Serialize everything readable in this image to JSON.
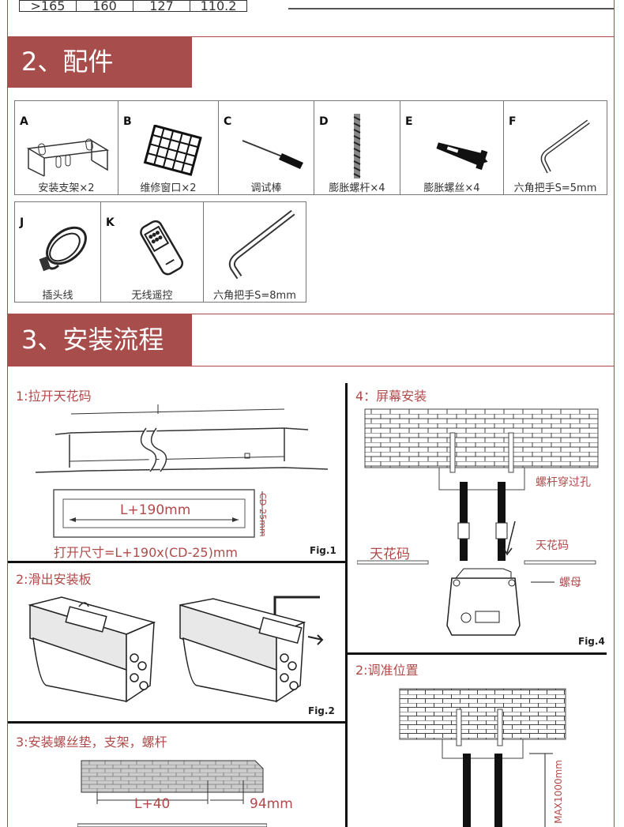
{
  "top_fragment": {
    "cells": [
      ">165",
      "160",
      "127",
      "110.2"
    ]
  },
  "section2": {
    "title": "2、配件"
  },
  "parts": [
    {
      "letter": "A",
      "caption": "安装支架×2"
    },
    {
      "letter": "B",
      "caption": "维修窗口×2"
    },
    {
      "letter": "C",
      "caption": "调试棒"
    },
    {
      "letter": "D",
      "caption": "膨胀螺杆×4"
    },
    {
      "letter": "E",
      "caption": "膨胀螺丝×4"
    },
    {
      "letter": "F",
      "caption": "六角把手S=5mm"
    },
    {
      "letter": "J",
      "caption": "插头线"
    },
    {
      "letter": "K",
      "caption": "无线遥控"
    },
    {
      "letter": "",
      "caption": "六角把手S=8mm"
    }
  ],
  "section3": {
    "title": "3、安装流程"
  },
  "steps": {
    "s1": {
      "title": "1:拉开天花码",
      "dim": "L+190mm",
      "cd": "CD-25mm",
      "open": "打开尺寸=L+190x(CD-25)mm",
      "fig": "Fig.1"
    },
    "s2": {
      "title": "2:滑出安装板",
      "fig": "Fig.2"
    },
    "s3": {
      "title": "3:安装螺丝垫，支架，螺杆",
      "d1": "L+40",
      "d2": "94mm"
    },
    "s4": {
      "title": "4：屏幕安装",
      "hole": "螺杆穿过孔",
      "ceil_l": "天花码",
      "ceil_r": "天花码",
      "nut": "螺母",
      "fig": "Fig.4"
    },
    "s5": {
      "title": "2:调准位置",
      "max": "MAX1000mm"
    }
  }
}
